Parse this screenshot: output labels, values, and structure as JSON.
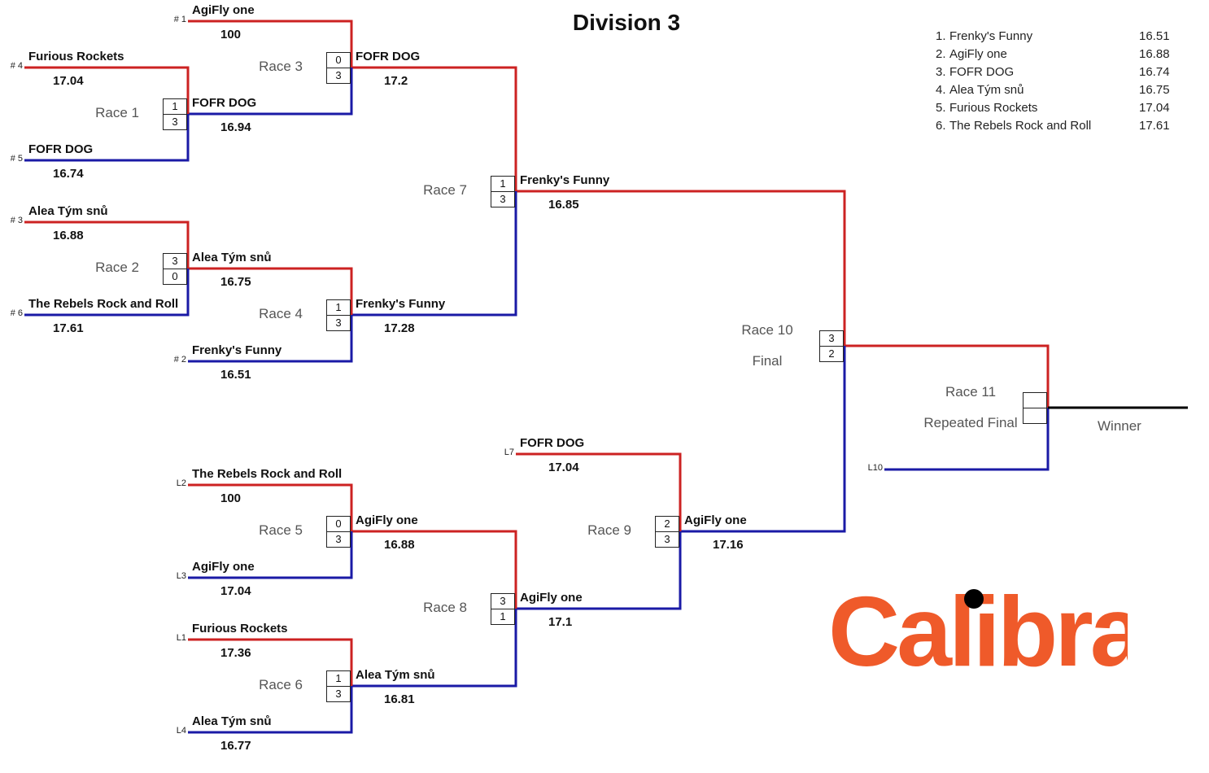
{
  "title": "Division 3",
  "standings": [
    {
      "rank": "1.",
      "name": "Frenky's Funny",
      "time": "16.51"
    },
    {
      "rank": "2.",
      "name": "AgiFly one",
      "time": "16.88"
    },
    {
      "rank": "3.",
      "name": "FOFR DOG",
      "time": "16.74"
    },
    {
      "rank": "4.",
      "name": "Alea Tým snů",
      "time": "16.75"
    },
    {
      "rank": "5.",
      "name": "Furious Rockets",
      "time": "17.04"
    },
    {
      "rank": "6.",
      "name": "The Rebels Rock and Roll",
      "time": "17.61"
    }
  ],
  "entries": [
    {
      "seed": "# 1",
      "name": "AgiFly one",
      "time": "100"
    },
    {
      "seed": "# 4",
      "name": "Furious Rockets",
      "time": "17.04"
    },
    {
      "seed": "",
      "name": "FOFR DOG",
      "time": "16.94"
    },
    {
      "seed": "# 5",
      "name": "FOFR DOG",
      "time": "16.74"
    },
    {
      "seed": "",
      "name": "FOFR DOG",
      "time": "17.2"
    },
    {
      "seed": "# 3",
      "name": "Alea Tým snů",
      "time": "16.88"
    },
    {
      "seed": "",
      "name": "Alea Tým snů",
      "time": "16.75"
    },
    {
      "seed": "# 6",
      "name": "The Rebels Rock and Roll",
      "time": "17.61"
    },
    {
      "seed": "",
      "name": "Frenky's Funny",
      "time": "17.28"
    },
    {
      "seed": "# 2",
      "name": "Frenky's Funny",
      "time": "16.51"
    },
    {
      "seed": "",
      "name": "Frenky's Funny",
      "time": "16.85"
    },
    {
      "seed": "L2",
      "name": "The Rebels Rock and Roll",
      "time": "100"
    },
    {
      "seed": "L3",
      "name": "AgiFly one",
      "time": "17.04"
    },
    {
      "seed": "",
      "name": "AgiFly one",
      "time": "16.88"
    },
    {
      "seed": "L1",
      "name": "Furious Rockets",
      "time": "17.36"
    },
    {
      "seed": "L4",
      "name": "Alea Tým snů",
      "time": "16.77"
    },
    {
      "seed": "",
      "name": "Alea Tým snů",
      "time": "16.81"
    },
    {
      "seed": "",
      "name": "AgiFly one",
      "time": "17.1"
    },
    {
      "seed": "L7",
      "name": "FOFR DOG",
      "time": "17.04"
    },
    {
      "seed": "",
      "name": "AgiFly one",
      "time": "17.16"
    },
    {
      "seed": "",
      "name": "",
      "time": ""
    },
    {
      "seed": "L10",
      "name": "",
      "time": ""
    }
  ],
  "races": [
    {
      "label": "Race 1",
      "sublabel": "",
      "scores": [
        "1",
        "3"
      ]
    },
    {
      "label": "Race 2",
      "sublabel": "",
      "scores": [
        "3",
        "0"
      ]
    },
    {
      "label": "Race 3",
      "sublabel": "",
      "scores": [
        "0",
        "3"
      ]
    },
    {
      "label": "Race 4",
      "sublabel": "",
      "scores": [
        "1",
        "3"
      ]
    },
    {
      "label": "Race 5",
      "sublabel": "",
      "scores": [
        "0",
        "3"
      ]
    },
    {
      "label": "Race 6",
      "sublabel": "",
      "scores": [
        "1",
        "3"
      ]
    },
    {
      "label": "Race 7",
      "sublabel": "",
      "scores": [
        "1",
        "3"
      ]
    },
    {
      "label": "Race 8",
      "sublabel": "",
      "scores": [
        "3",
        "1"
      ]
    },
    {
      "label": "Race 9",
      "sublabel": "",
      "scores": [
        "2",
        "3"
      ]
    },
    {
      "label": "Race 10",
      "sublabel": "Final",
      "scores": [
        "3",
        "2"
      ]
    },
    {
      "label": "Race 11",
      "sublabel": "Repeated Final",
      "scores": [
        "",
        ""
      ]
    }
  ],
  "winner_label": "Winner",
  "logo_text": "Calibra",
  "colors": {
    "red": "#cc2222",
    "blue": "#1a1aa6",
    "logo": "#ef5a2a",
    "black": "#000000"
  }
}
